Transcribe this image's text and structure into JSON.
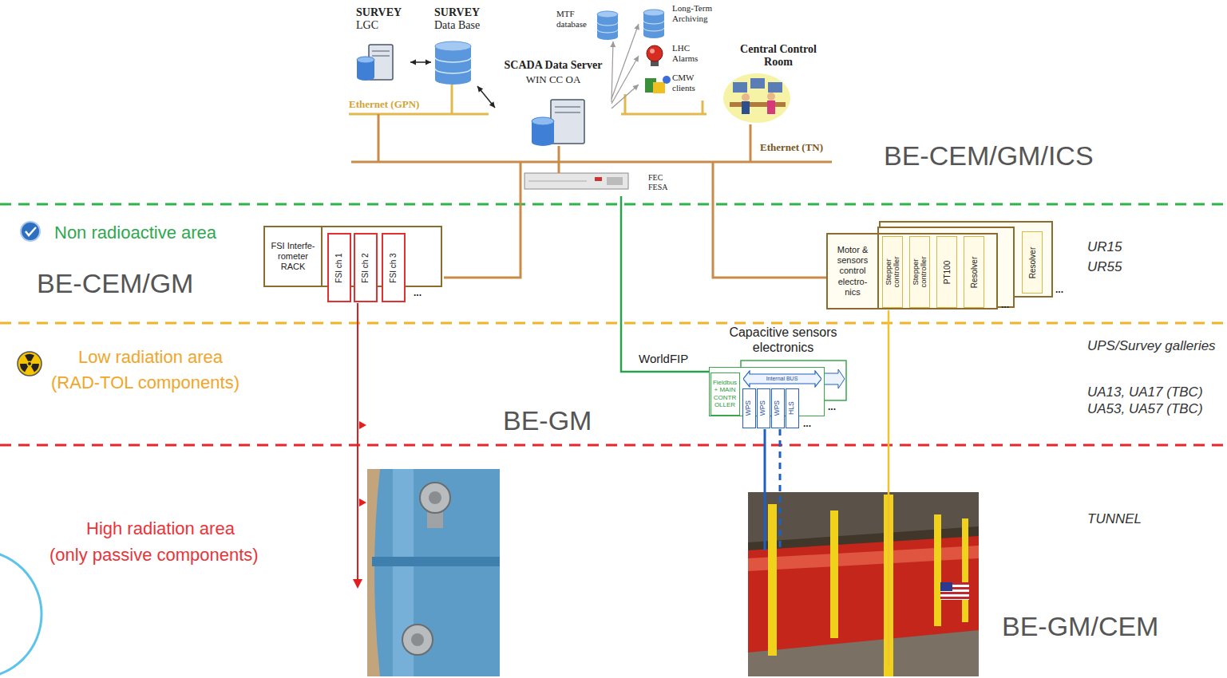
{
  "diagram": {
    "nodes": [
      {
        "text": [
          "SURVEY",
          "LGC"
        ]
      },
      {
        "text": [
          "SURVEY",
          "Data Base"
        ]
      },
      {
        "text": [
          "SCADA Data Server",
          "WIN CC OA"
        ]
      },
      {
        "text": [
          "MTF database"
        ]
      },
      {
        "text": [
          "Long-Term Archiving"
        ]
      },
      {
        "text": [
          "LHC Alarms"
        ]
      },
      {
        "text": [
          "CMW clients"
        ]
      },
      {
        "text": [
          "Central Control Room"
        ]
      },
      {
        "text": [
          "FEC FESA"
        ]
      },
      {
        "text": [
          "FSI Interfe- rometer RACK"
        ]
      },
      {
        "text": [
          "FSI ch 1"
        ],
        "in": 9
      },
      {
        "text": [
          "FSI ch 2"
        ],
        "in": 9
      },
      {
        "text": [
          "FSI ch 3"
        ],
        "in": 9
      },
      {
        "text": [
          "Motor & sensors control electro- nics"
        ]
      },
      {
        "text": [
          "Stepper controller"
        ],
        "in": 13
      },
      {
        "text": [
          "Stepper controller"
        ],
        "in": 13
      },
      {
        "text": [
          "PT100"
        ],
        "in": 13
      },
      {
        "text": [
          "Resolver"
        ],
        "in": 13
      },
      {
        "text": [
          "Resolver"
        ]
      },
      {
        "text": [
          "Capacitive sensors electronics"
        ]
      },
      {
        "text": [
          "Fieldbus + MAIN CONTR OLLER"
        ],
        "in": 19
      },
      {
        "text": [
          "Internal BUS"
        ],
        "in": 19
      },
      {
        "text": [
          "WPS"
        ],
        "in": 19
      },
      {
        "text": [
          "WPS"
        ],
        "in": 19
      },
      {
        "text": [
          "WPS"
        ],
        "in": 19
      },
      {
        "text": [
          "HLS"
        ],
        "in": 19
      }
    ],
    "edges": [
      {
        "from": 0,
        "to": 1,
        "arrow": "both"
      },
      {
        "from": 1,
        "to": 2,
        "arrow": "both"
      },
      {
        "from": 2,
        "to": 3,
        "arrow": "to"
      },
      {
        "from": 2,
        "to": 4,
        "arrow": "to"
      },
      {
        "from": 2,
        "to": 5,
        "arrow": "to"
      },
      {
        "from": 2,
        "to": 6,
        "arrow": "to"
      },
      {
        "from": 8,
        "to": 20,
        "arrow": "none",
        "label": "WorldFIP"
      }
    ],
    "labels": [
      "Ethernet (GPN)",
      "Ethernet (TN)",
      "BE-CEM/GM/ICS",
      "Non radioactive area",
      "BE-CEM/GM",
      "...",
      "UR15",
      "UR55",
      "...",
      "...",
      "UPS/Survey galleries",
      "Low radiation area",
      "(RAD-TOL components)",
      "UA13, UA17 (TBC)",
      "UA53, UA57 (TBC)",
      "...",
      "...",
      "BE-GM",
      "High radiation area",
      "(only passive components)",
      "TUNNEL",
      "BE-GM/CEM"
    ]
  }
}
